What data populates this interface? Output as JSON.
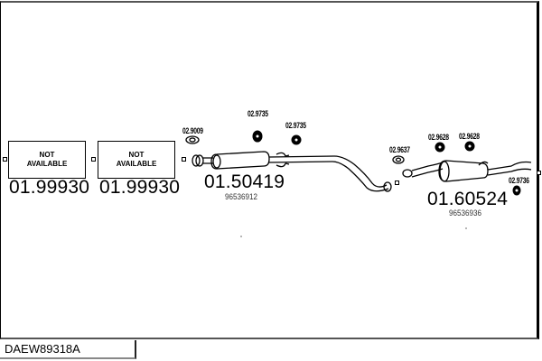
{
  "diagram": {
    "vehicle_code": "DAEW89318A",
    "not_available_label": "NOT\nAVAILABLE",
    "sections": [
      {
        "part_number": "01.99930",
        "status": "NOT AVAILABLE"
      },
      {
        "part_number": "01.99930",
        "status": "NOT AVAILABLE"
      },
      {
        "part_number": "01.50419",
        "oem_number": "96536912",
        "description": "center-silencer"
      },
      {
        "part_number": "01.60524",
        "oem_number": "96536936",
        "description": "rear-silencer"
      }
    ],
    "accessories": [
      {
        "part_number": "02.9009",
        "type": "gasket"
      },
      {
        "part_number": "02.9735",
        "type": "rubber-mount"
      },
      {
        "part_number": "02.9735",
        "type": "rubber-mount"
      },
      {
        "part_number": "02.9637",
        "type": "gasket"
      },
      {
        "part_number": "02.9628",
        "type": "rubber-mount"
      },
      {
        "part_number": "02.9628",
        "type": "rubber-mount"
      },
      {
        "part_number": "02.9736",
        "type": "rubber-mount"
      }
    ]
  }
}
